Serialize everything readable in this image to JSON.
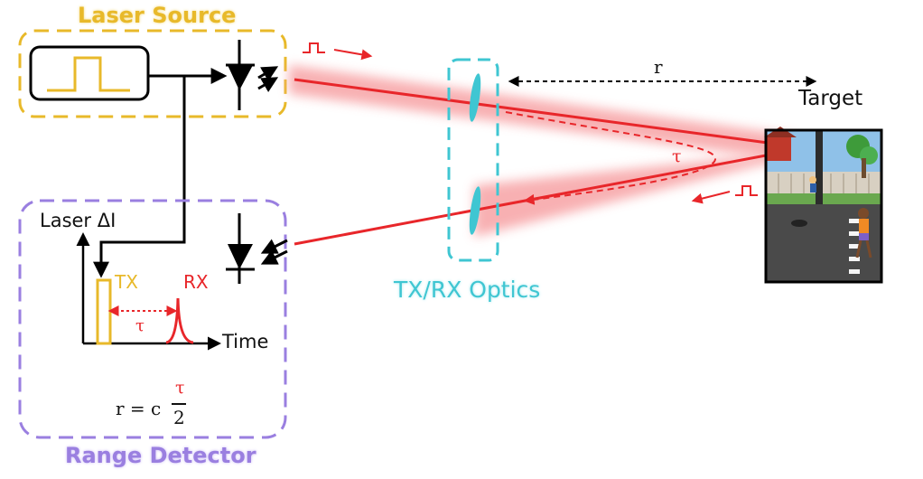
{
  "diagram": {
    "laser_source_label": "Laser Source",
    "range_detector_label": "Range Detector",
    "optics_label": "TX/RX Optics",
    "target_label": "Target",
    "distance_label": "r",
    "delay_label": "τ",
    "plot_ylabel": "Laser ΔI",
    "plot_xlabel": "Time",
    "tx_label": "TX",
    "rx_label": "RX",
    "plot_delay_label": "τ",
    "equation_lhs": "r = c",
    "equation_num": "τ",
    "equation_den": "2"
  },
  "colors": {
    "laser_source": "#e8b92a",
    "range_detector": "#9a7fe0",
    "optics": "#3fc6d2",
    "beam": "#e8262a",
    "beam_glow": "#f7a3a5"
  }
}
